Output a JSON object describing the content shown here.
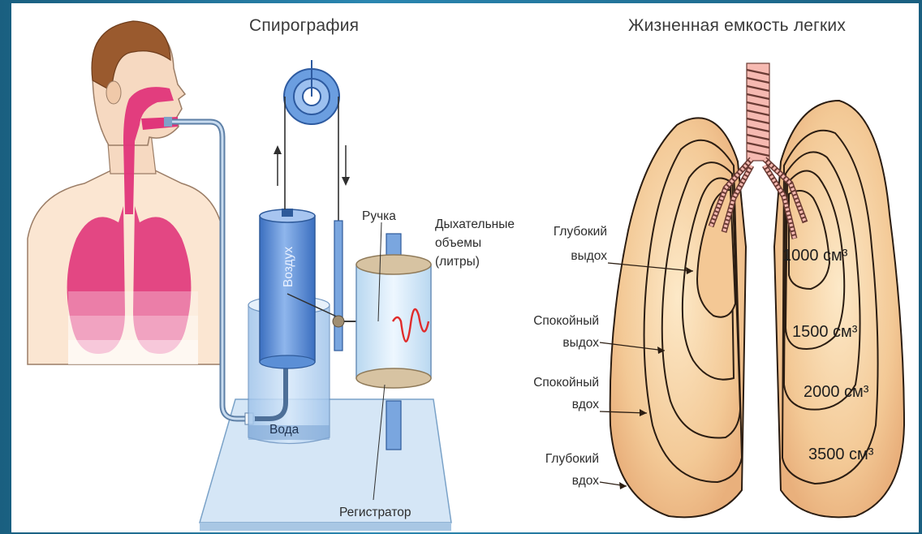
{
  "left_panel": {
    "title": "Спирография",
    "labels": {
      "air": "Воздух",
      "water": "Вода",
      "pen": "Ручка",
      "volumes_line1": "Дыхательные",
      "volumes_line2": "объемы",
      "volumes_line3": "(литры)",
      "recorder": "Регистратор"
    }
  },
  "right_panel": {
    "title": "Жизненная емкость легких",
    "labels": [
      {
        "line1": "Глубокий",
        "line2": "выдох"
      },
      {
        "line1": "Спокойный",
        "line2": "выдох"
      },
      {
        "line1": "Спокойный",
        "line2": "вдох"
      },
      {
        "line1": "Глубокий",
        "line2": "вдох"
      }
    ],
    "volumes": [
      "1000 см³",
      "1500 см³",
      "2000 см³",
      "3500 см³"
    ]
  },
  "colors": {
    "frame": "#1f6f93",
    "lung_fill": "#f2c9a0",
    "airway_pink": "#e0357a",
    "cylinder_blue": "#5b8fd6"
  }
}
